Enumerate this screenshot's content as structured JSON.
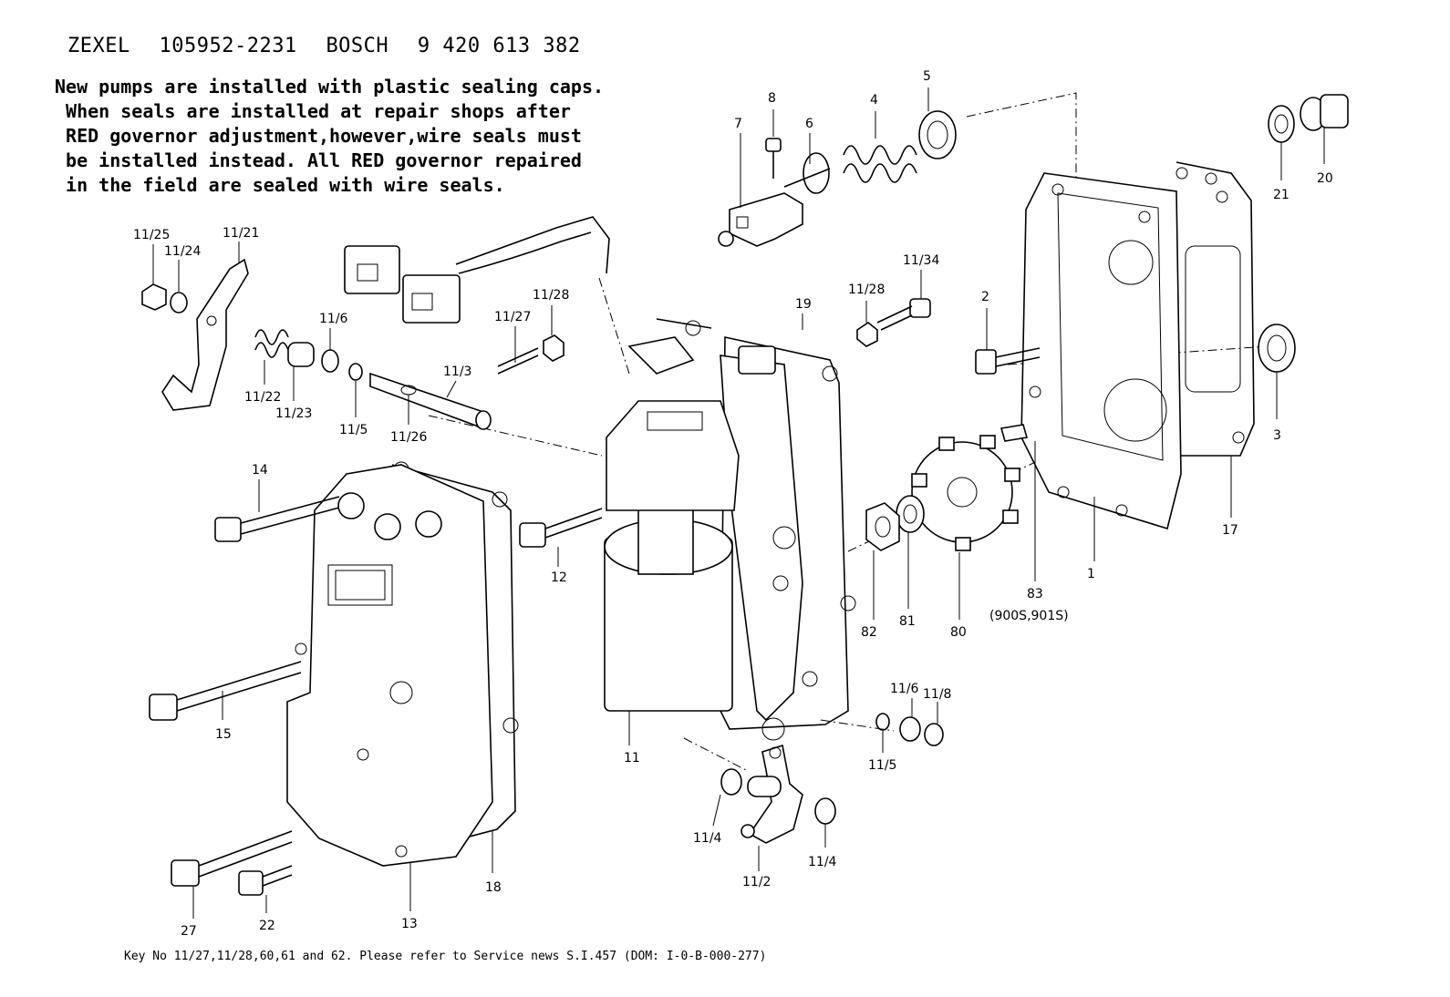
{
  "header": {
    "brand1": "ZEXEL",
    "part1": "105952-2231",
    "brand2": "BOSCH",
    "part2": "9 420 613 382"
  },
  "note_lines": [
    "New pumps are installed with plastic sealing caps.",
    " When seals are installed at repair shops after",
    " RED governor adjustment,however,wire seals must",
    " be installed instead. All RED governor repaired",
    " in the field are sealed with wire seals."
  ],
  "footer": "Key No 11/27,11/28,60,61 and 62.  Please refer to Service news S.I.457 (DOM: I-0-B-000-277)",
  "labels": {
    "l8": "8",
    "l7": "7",
    "l6": "6",
    "l4": "4",
    "l5": "5",
    "l21": "21",
    "l20": "20",
    "l11_25": "11/25",
    "l11_24": "11/24",
    "l11_21": "11/21",
    "l11_22": "11/22",
    "l11_23": "11/23",
    "l11_6a": "11/6",
    "l11_5a": "11/5",
    "l11_26": "11/26",
    "l11_3": "11/3",
    "l11_27": "11/27",
    "l11_28a": "11/28",
    "l11_28b": "11/28",
    "l11_34": "11/34",
    "l19": "19",
    "l2": "2",
    "l3": "3",
    "l14": "14",
    "l12": "12",
    "l15": "15",
    "l11": "11",
    "l82": "82",
    "l81": "81",
    "l80": "80",
    "l83": "83",
    "l83note": "(900S,901S)",
    "l1": "1",
    "l17": "17",
    "l11_6b": "11/6",
    "l11_8": "11/8",
    "l11_5b": "11/5",
    "l11_4a": "11/4",
    "l11_4b": "11/4",
    "l11_2": "11/2",
    "l27": "27",
    "l22": "22",
    "l13": "13",
    "l18": "18"
  }
}
